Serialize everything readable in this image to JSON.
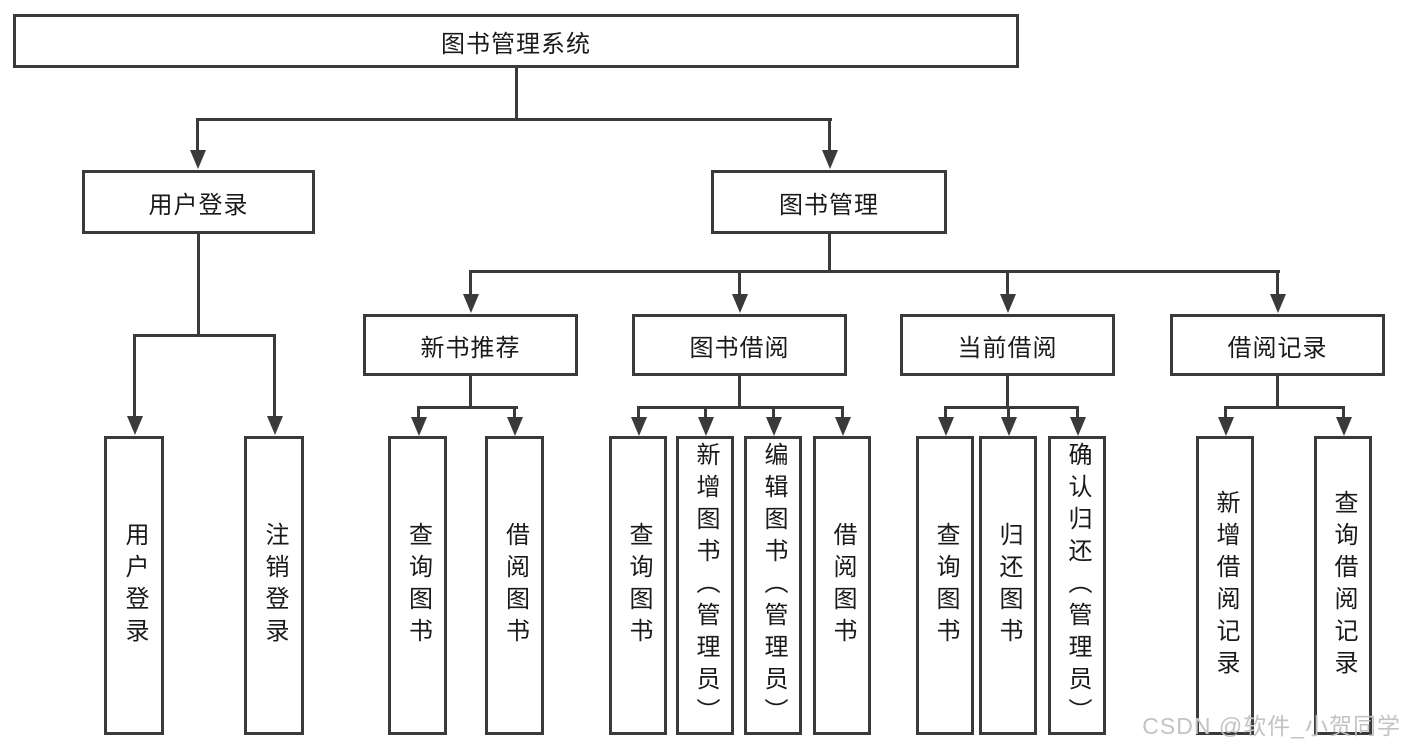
{
  "diagram": {
    "root": {
      "label": "图书管理系统"
    },
    "level2": {
      "user_login": {
        "label": "用户登录"
      },
      "book_management": {
        "label": "图书管理"
      }
    },
    "level3": {
      "new_book_recommend": {
        "label": "新书推荐"
      },
      "book_borrowing": {
        "label": "图书借阅"
      },
      "current_borrowing": {
        "label": "当前借阅"
      },
      "borrowing_records": {
        "label": "借阅记录"
      }
    },
    "leaves": {
      "user_login": {
        "login": "用户登录",
        "logout": "注销登录"
      },
      "new_book_recommend": {
        "query_books": "查询图书",
        "borrow_books": "借阅图书"
      },
      "book_borrowing": {
        "query_books": "查询图书",
        "add_books_admin": "新增图书（管理员）",
        "edit_books_admin": "编辑图书（管理员）",
        "borrow_books": "借阅图书"
      },
      "current_borrowing": {
        "query_books": "查询图书",
        "return_books": "归还图书",
        "confirm_return_admin": "确认归还（管理员）"
      },
      "borrowing_records": {
        "add_record": "新增借阅记录",
        "query_record": "查询借阅记录"
      }
    }
  },
  "watermark": {
    "text": "CSDN @软件_小贺同学"
  },
  "colors": {
    "line": "#3a3a3a",
    "text": "#1a1a1a",
    "background": "#ffffff",
    "watermark": "#c3c3c3"
  }
}
